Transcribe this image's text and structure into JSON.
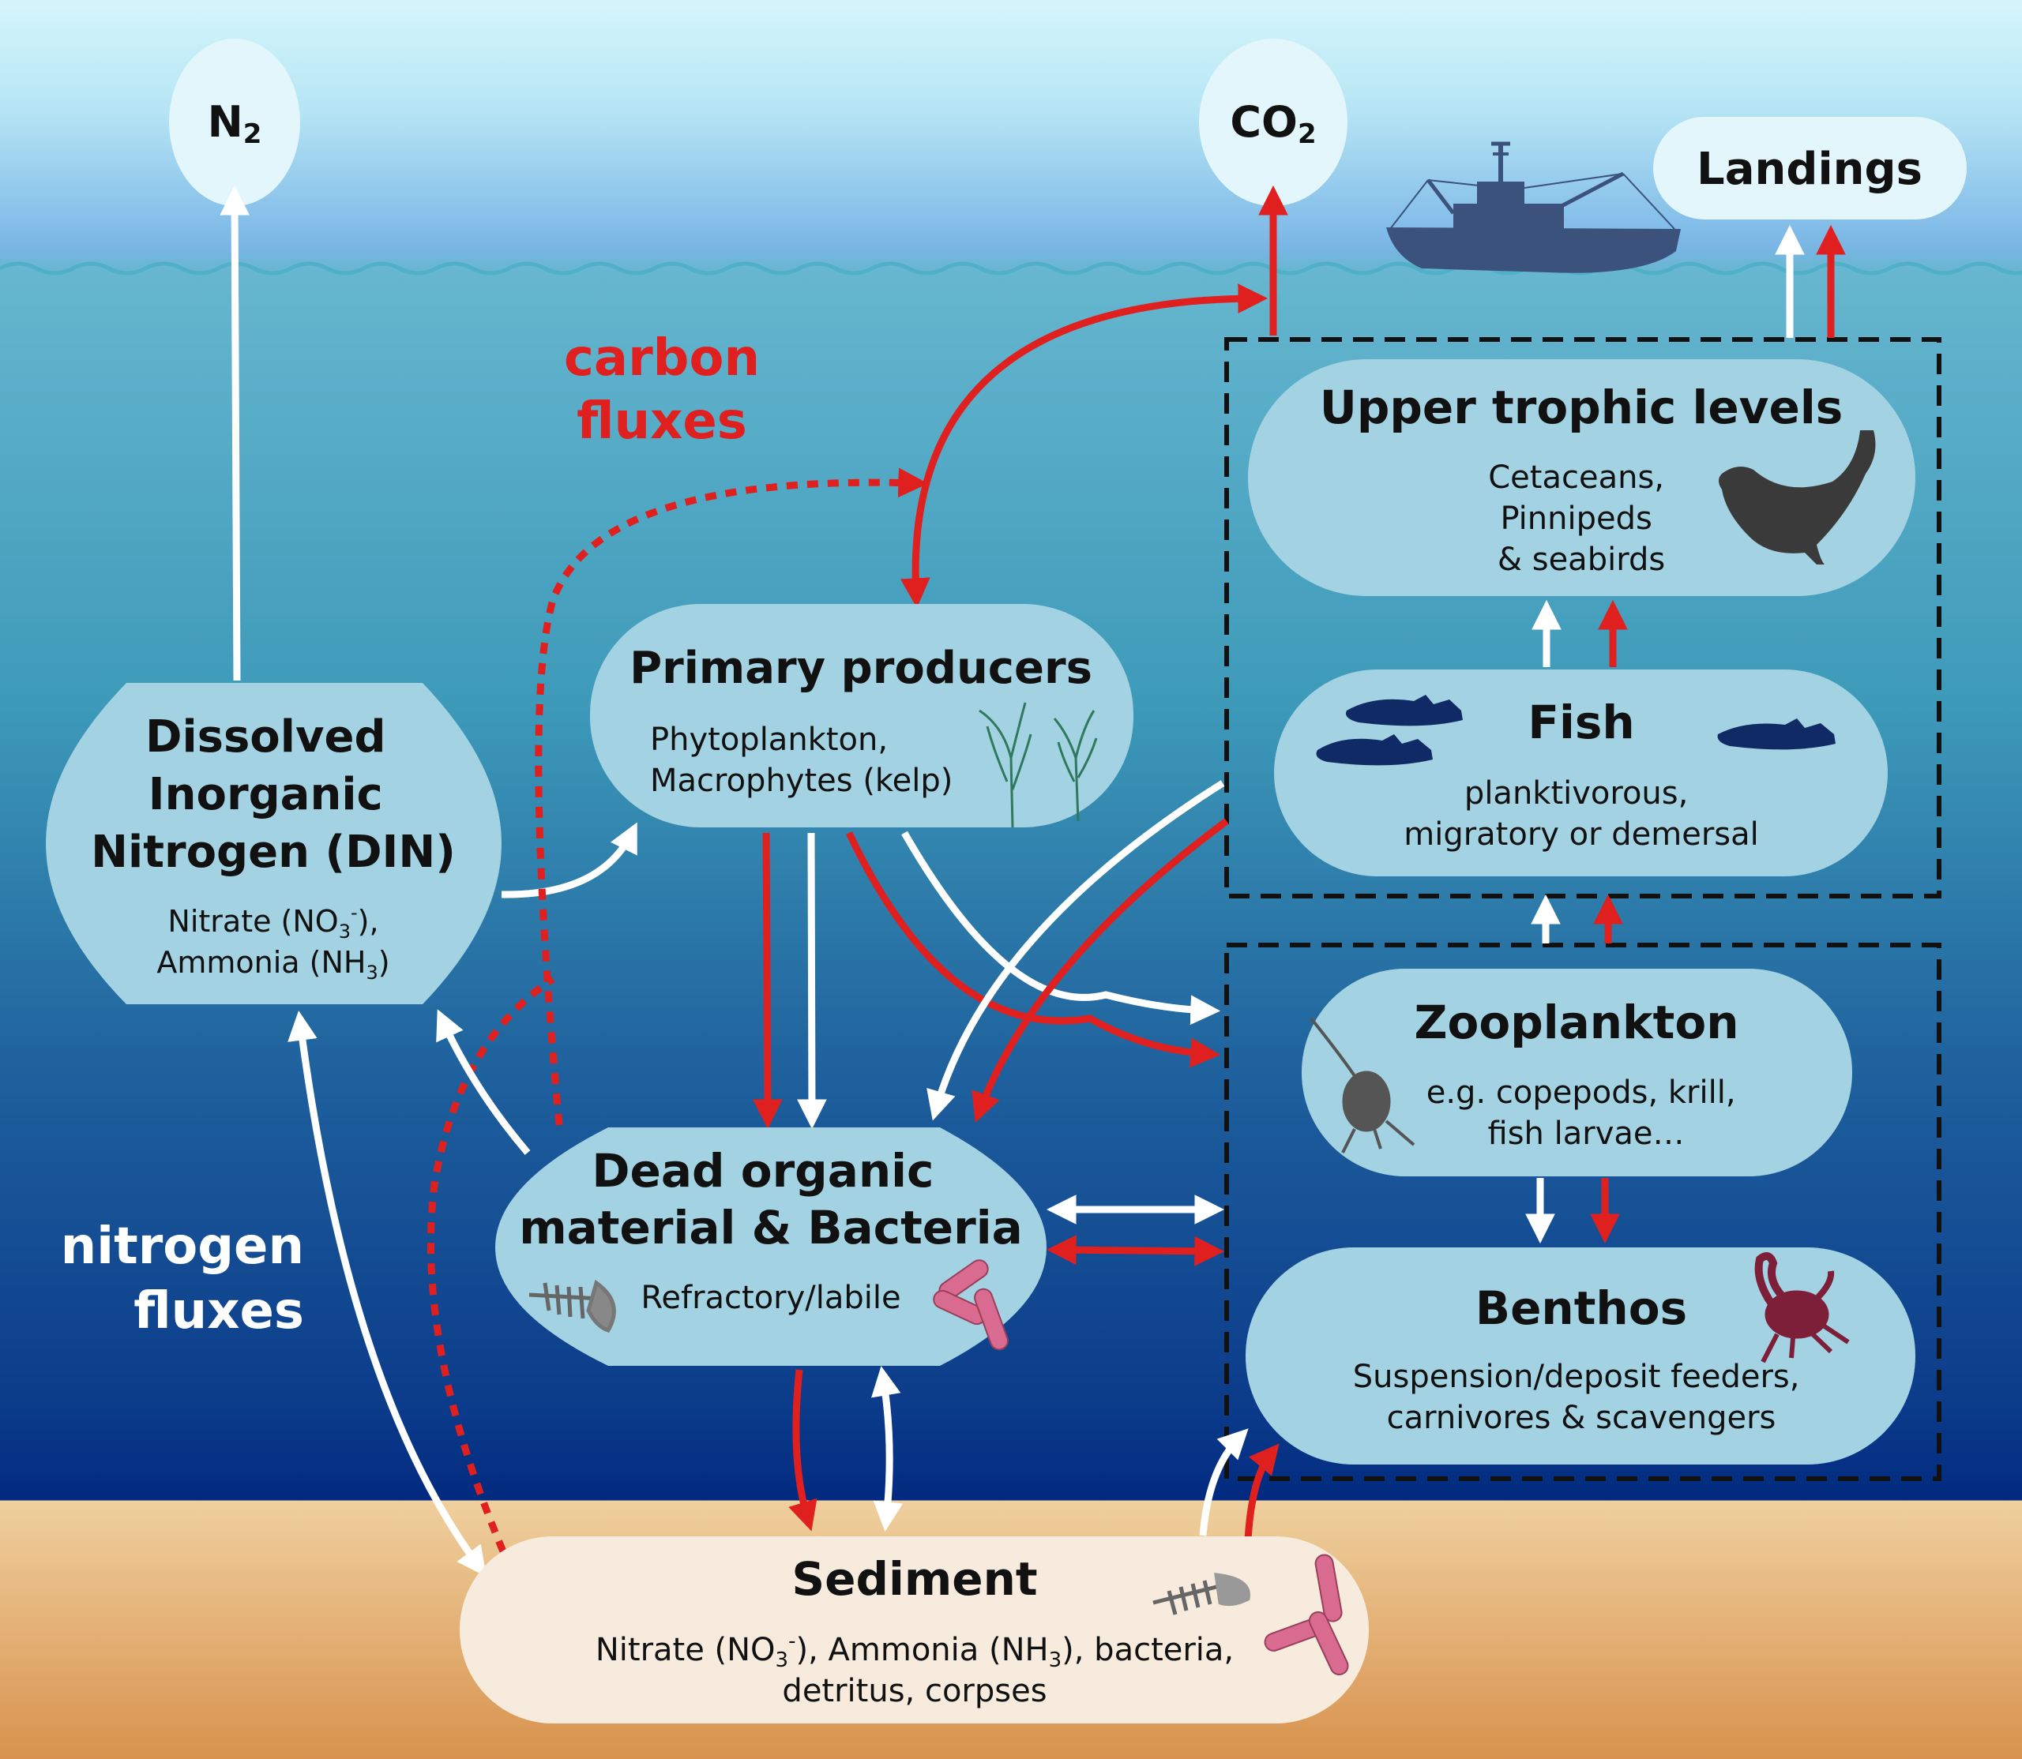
{
  "title": "Marine ecosystem carbon and nitrogen fluxes",
  "colors": {
    "carbon_flux": "#e0201f",
    "nitrogen_flux": "#ffffff",
    "box_fill": "#a3d2e2",
    "sediment_fill": "#f6ebdc",
    "sky_top": "#d4f6fb",
    "water_deep": "#022a80",
    "sand": "#d8924e"
  },
  "legend": {
    "carbon": [
      "carbon",
      "fluxes"
    ],
    "nitrogen": [
      "nitrogen",
      "fluxes"
    ]
  },
  "atmosphere": {
    "n2": {
      "main": "N",
      "sub": "2"
    },
    "co2": {
      "main": "CO",
      "sub": "2"
    },
    "landings": "Landings"
  },
  "nodes": {
    "din": {
      "title": [
        "Dissolved",
        "Inorganic",
        "Nitrogen (DIN)"
      ],
      "line1": {
        "a": "Nitrate (NO",
        "sub": "3",
        "sup": "-",
        "b": "),"
      },
      "line2": {
        "a": "Ammonia (NH",
        "sub": "3",
        "b": ")"
      }
    },
    "primary": {
      "title": "Primary producers",
      "lines": [
        "Phytoplankton,",
        "Macrophytes (kelp)"
      ],
      "icon": "kelp-icon"
    },
    "dead": {
      "title": [
        "Dead organic",
        "material & Bacteria"
      ],
      "lines": [
        "Refractory/labile"
      ],
      "icons": [
        "fish-skeleton-icon",
        "bacteria-icon"
      ]
    },
    "upper": {
      "title": "Upper trophic levels",
      "lines": [
        "Cetaceans,",
        "Pinnipeds",
        "& seabirds"
      ],
      "icon": "seal-icon"
    },
    "fish": {
      "title": "Fish",
      "lines": [
        "planktivorous,",
        "migratory or demersal"
      ],
      "icon": "fish-icon"
    },
    "zoo": {
      "title": "Zooplankton",
      "lines": [
        "e.g. copepods, krill,",
        "fish larvae…"
      ],
      "icon": "copepod-icon"
    },
    "benthos": {
      "title": "Benthos",
      "lines": [
        "Suspension/deposit feeders,",
        "carnivores & scavengers"
      ],
      "icon": "crab-icon"
    },
    "sediment": {
      "title": "Sediment",
      "line1": {
        "a": "Nitrate (NO",
        "sub": "3",
        "sup": "-",
        "b": "), Ammonia (NH",
        "sub2": "3",
        "c": "), bacteria,"
      },
      "line2": "detritus, corpses",
      "icons": [
        "fish-skeleton-icon",
        "bacteria-icon"
      ]
    }
  },
  "flows": [
    {
      "from": "din",
      "to": "n2",
      "type": "nitrogen"
    },
    {
      "from": "din",
      "to": "primary",
      "type": "nitrogen"
    },
    {
      "from": "primary",
      "to": "co2",
      "type": "carbon"
    },
    {
      "from": "co2",
      "to": "primary",
      "type": "carbon"
    },
    {
      "from": "dead",
      "to": "primary",
      "type": "carbon",
      "style": "dotted"
    },
    {
      "from": "sediment",
      "to": "co2",
      "type": "carbon",
      "style": "dotted"
    },
    {
      "from": "primary",
      "to": "dead",
      "type": "carbon"
    },
    {
      "from": "primary",
      "to": "dead",
      "type": "nitrogen"
    },
    {
      "from": "primary",
      "to": "zooplankton",
      "type": "carbon"
    },
    {
      "from": "primary",
      "to": "zooplankton",
      "type": "nitrogen"
    },
    {
      "from": "fish",
      "to": "dead",
      "type": "carbon"
    },
    {
      "from": "fish",
      "to": "dead",
      "type": "nitrogen"
    },
    {
      "from": "dead",
      "to": "din",
      "type": "nitrogen"
    },
    {
      "from": "sediment",
      "to": "din",
      "type": "nitrogen",
      "bidirectional": true
    },
    {
      "from": "dead",
      "to": "zooplankton",
      "type": "nitrogen",
      "bidirectional": true
    },
    {
      "from": "dead",
      "to": "zooplankton",
      "type": "carbon",
      "bidirectional": true
    },
    {
      "from": "dead",
      "to": "sediment",
      "type": "carbon"
    },
    {
      "from": "dead",
      "to": "sediment",
      "type": "nitrogen",
      "bidirectional": true
    },
    {
      "from": "sediment",
      "to": "benthos",
      "type": "carbon"
    },
    {
      "from": "sediment",
      "to": "benthos",
      "type": "nitrogen"
    },
    {
      "from": "zooplankton",
      "to": "benthos",
      "type": "carbon"
    },
    {
      "from": "zooplankton",
      "to": "benthos",
      "type": "nitrogen"
    },
    {
      "from": "zooplankton",
      "to": "fish",
      "type": "carbon"
    },
    {
      "from": "zooplankton",
      "to": "fish",
      "type": "nitrogen"
    },
    {
      "from": "fish",
      "to": "upper",
      "type": "carbon"
    },
    {
      "from": "fish",
      "to": "upper",
      "type": "nitrogen"
    },
    {
      "from": "upper",
      "to": "landings",
      "type": "carbon"
    },
    {
      "from": "upper",
      "to": "landings",
      "type": "nitrogen"
    }
  ]
}
